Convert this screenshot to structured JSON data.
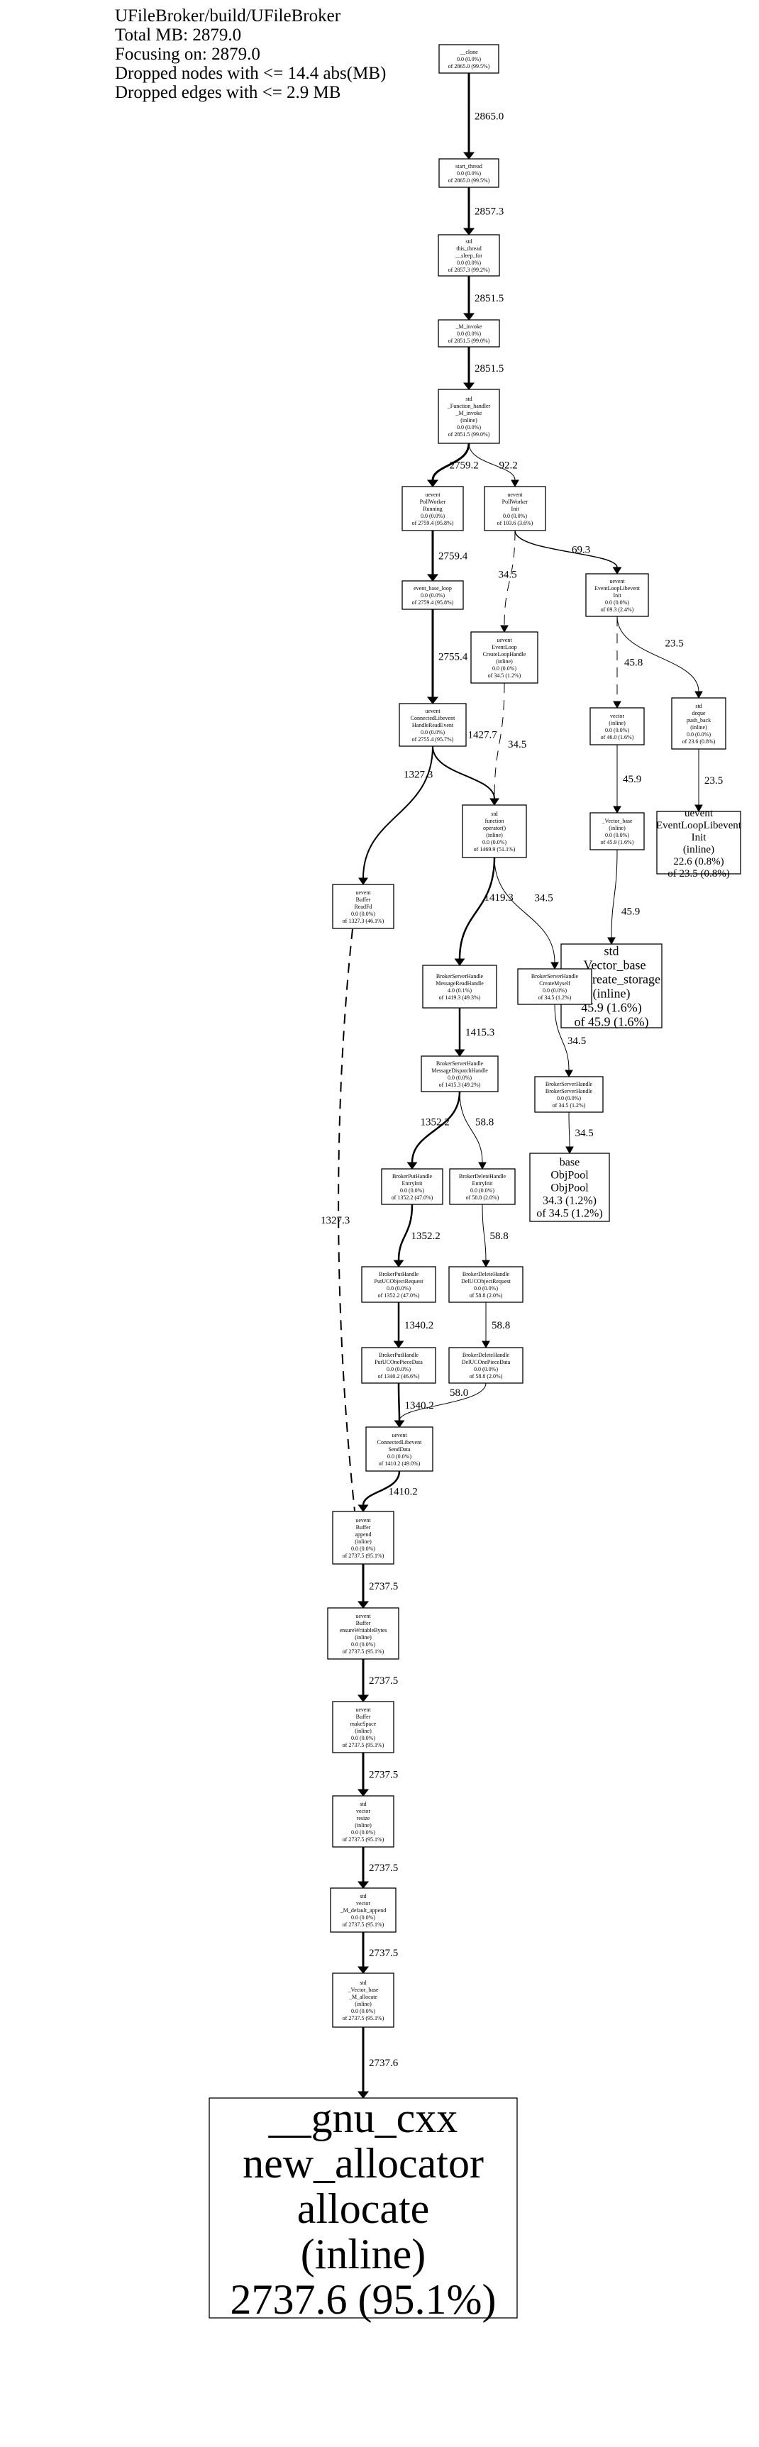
{
  "header": {
    "lines": [
      "UFileBroker/build/UFileBroker",
      "Total MB: 2879.0",
      "Focusing on: 2879.0",
      "Dropped nodes with <= 14.4 abs(MB)",
      "Dropped edges with <= 2.9 MB"
    ]
  },
  "nodes": [
    {
      "id": "n_clone",
      "lines": [
        "__clone",
        "0.0 (0.0%)",
        "of 2865.0 (99.5%)"
      ]
    },
    {
      "id": "n_start_thread",
      "lines": [
        "start_thread",
        "0.0 (0.0%)",
        "of 2865.0 (99.5%)"
      ]
    },
    {
      "id": "n_std_thread",
      "lines": [
        "std",
        "this_thread",
        "__sleep_for",
        "0.0 (0.0%)",
        "of 2857.3 (99.2%)"
      ]
    },
    {
      "id": "n_m_invoke",
      "lines": [
        "_M_invoke",
        "0.0 (0.0%)",
        "of 2851.5 (99.0%)"
      ]
    },
    {
      "id": "n_function_handler",
      "lines": [
        "std",
        "_Function_handler",
        "_M_invoke",
        "(inline)",
        "0.0 (0.0%)",
        "of 2851.5 (99.0%)"
      ]
    },
    {
      "id": "n_pollworker_running",
      "lines": [
        "uevent",
        "PollWorker",
        "Running",
        "0.0 (0.0%)",
        "of 2759.4 (95.8%)"
      ]
    },
    {
      "id": "n_pollworker_init",
      "lines": [
        "uevent",
        "PollWorker",
        "Init",
        "0.0 (0.0%)",
        "of 103.6 (3.6%)"
      ]
    },
    {
      "id": "n_event_base_loop",
      "lines": [
        "event_base_loop",
        "0.0 (0.0%)",
        "of 2759.4 (95.8%)"
      ]
    },
    {
      "id": "n_eventloop_create",
      "lines": [
        "uevent",
        "EventLoop",
        "CreateLoopHandle",
        "(inline)",
        "0.0 (0.0%)",
        "of 34.5 (1.2%)"
      ]
    },
    {
      "id": "n_eventlooplibevent_init",
      "lines": [
        "uevent",
        "EventLoopLibevent",
        "Init",
        "0.0 (0.0%)",
        "of 69.3 (2.4%)"
      ]
    },
    {
      "id": "n_vector_inline",
      "lines": [
        "vector",
        "(inline)",
        "0.0 (0.0%)",
        "of 46.0 (1.6%)"
      ]
    },
    {
      "id": "n_deque",
      "lines": [
        "std",
        "deque",
        "push_back",
        "(inline)",
        "0.0 (0.0%)",
        "of 23.6 (0.8%)"
      ]
    },
    {
      "id": "n_connected_handleread",
      "lines": [
        "uevent",
        "ConnectedLibevent",
        "HandleReadEvent",
        "0.0 (0.0%)",
        "of 2755.4 (95.7%)"
      ]
    },
    {
      "id": "n_vector_base_small",
      "lines": [
        "_Vector_base",
        "(inline)",
        "0.0 (0.0%)",
        "of 45.9 (1.6%)"
      ]
    },
    {
      "id": "n_eventlooplibevent_init_inline",
      "lines": [
        "uevent",
        "EventLoopLibevent",
        "Init",
        "(inline)",
        "22.6 (0.8%)",
        "of 23.5 (0.8%)"
      ]
    },
    {
      "id": "n_std_function",
      "lines": [
        "std",
        "function",
        "operator()",
        "(inline)",
        "0.0 (0.0%)",
        "of 1469.9 (51.1%)"
      ]
    },
    {
      "id": "n_buffer_readfd",
      "lines": [
        "uevent",
        "Buffer",
        "ReadFd",
        "0.0 (0.0%)",
        "of 1327.3 (46.1%)"
      ]
    },
    {
      "id": "n_vector_create_storage",
      "lines": [
        "std",
        "_Vector_base",
        "_M_create_storage",
        "(inline)",
        "45.9 (1.6%)",
        "of 45.9 (1.6%)"
      ]
    },
    {
      "id": "n_broker_msg_read",
      "lines": [
        "BrokerServerHandle",
        "MessageReadHandle",
        "4.0 (0.1%)",
        "of 1419.3 (49.3%)"
      ]
    },
    {
      "id": "n_broker_create_myself",
      "lines": [
        "BrokerServerHandle",
        "CreateMyself",
        "0.0 (0.0%)",
        "of 34.5 (1.2%)"
      ]
    },
    {
      "id": "n_broker_msg_dispatch",
      "lines": [
        "BrokerServerHandle",
        "MessageDispatchHandle",
        "0.0 (0.0%)",
        "of 1415.3 (49.2%)"
      ]
    },
    {
      "id": "n_broker_ctor",
      "lines": [
        "BrokerServerHandle",
        "BrokerServerHandle",
        "0.0 (0.0%)",
        "of 34.5 (1.2%)"
      ]
    },
    {
      "id": "n_put_entry",
      "lines": [
        "BrokerPutHandle",
        "EntryInit",
        "0.0 (0.0%)",
        "of 1352.2 (47.0%)"
      ]
    },
    {
      "id": "n_delete_entry",
      "lines": [
        "BrokerDeleteHandle",
        "EntryInit",
        "0.0 (0.0%)",
        "of 58.8 (2.0%)"
      ]
    },
    {
      "id": "n_objpool",
      "lines": [
        "base",
        "ObjPool",
        "ObjPool",
        "34.3 (1.2%)",
        "of 34.5 (1.2%)"
      ]
    },
    {
      "id": "n_put_object_req",
      "lines": [
        "BrokerPutHandle",
        "PutUCObjectRequest",
        "0.0 (0.0%)",
        "of 1352.2 (47.0%)"
      ]
    },
    {
      "id": "n_delete_object_req",
      "lines": [
        "BrokerDeleteHandle",
        "DelUCObjectRequest",
        "0.0 (0.0%)",
        "of 58.8 (2.0%)"
      ]
    },
    {
      "id": "n_put_one_piece",
      "lines": [
        "BrokerPutHandle",
        "PutUCOnePieceData",
        "0.0 (0.0%)",
        "of 1340.2 (46.6%)"
      ]
    },
    {
      "id": "n_delete_one_piece",
      "lines": [
        "BrokerDeleteHandle",
        "DelUCOnePieceData",
        "0.0 (0.0%)",
        "of 58.8 (2.0%)"
      ]
    },
    {
      "id": "n_connected_senddata",
      "lines": [
        "uevent",
        "ConnectedLibevent",
        "SendData",
        "0.0 (0.0%)",
        "of 1410.2 (49.0%)"
      ]
    },
    {
      "id": "n_buffer_append",
      "lines": [
        "uevent",
        "Buffer",
        "append",
        "(inline)",
        "0.0 (0.0%)",
        "of 2737.5 (95.1%)"
      ]
    },
    {
      "id": "n_buffer_ensure",
      "lines": [
        "uevent",
        "Buffer",
        "ensureWritableBytes",
        "(inline)",
        "0.0 (0.0%)",
        "of 2737.5 (95.1%)"
      ]
    },
    {
      "id": "n_buffer_makespace",
      "lines": [
        "uevent",
        "Buffer",
        "makeSpace",
        "(inline)",
        "0.0 (0.0%)",
        "of 2737.5 (95.1%)"
      ]
    },
    {
      "id": "n_vector_resize",
      "lines": [
        "std",
        "vector",
        "resize",
        "(inline)",
        "0.0 (0.0%)",
        "of 2737.5 (95.1%)"
      ]
    },
    {
      "id": "n_vector_default_append",
      "lines": [
        "std",
        "vector",
        "_M_default_append",
        "0.0 (0.0%)",
        "of 2737.5 (95.1%)"
      ]
    },
    {
      "id": "n_vector_m_allocate",
      "lines": [
        "std",
        "_Vector_base",
        "_M_allocate",
        "(inline)",
        "0.0 (0.0%)",
        "of 2737.5 (95.1%)"
      ]
    },
    {
      "id": "n_new_allocator",
      "lines": [
        "__gnu_cxx",
        "new_allocator",
        "allocate",
        "(inline)",
        "2737.6 (95.1%)"
      ]
    }
  ],
  "edges": [
    {
      "id": "e1",
      "from": "n_clone",
      "to": "n_start_thread",
      "label": "2865.0"
    },
    {
      "id": "e2",
      "from": "n_start_thread",
      "to": "n_std_thread",
      "label": "2857.3"
    },
    {
      "id": "e3",
      "from": "n_std_thread",
      "to": "n_m_invoke",
      "label": "2851.5"
    },
    {
      "id": "e4",
      "from": "n_m_invoke",
      "to": "n_function_handler",
      "label": "2851.5"
    },
    {
      "id": "e5",
      "from": "n_function_handler",
      "to": "n_pollworker_running",
      "label": "2759.2"
    },
    {
      "id": "e6",
      "from": "n_function_handler",
      "to": "n_pollworker_init",
      "label": "92.2"
    },
    {
      "id": "e7",
      "from": "n_pollworker_running",
      "to": "n_event_base_loop",
      "label": "2759.4"
    },
    {
      "id": "e8",
      "from": "n_pollworker_init",
      "to": "n_eventloop_create",
      "label": "34.5"
    },
    {
      "id": "e9",
      "from": "n_pollworker_init",
      "to": "n_eventlooplibevent_init",
      "label": "69.3"
    },
    {
      "id": "e10",
      "from": "n_event_base_loop",
      "to": "n_connected_handleread",
      "label": "2755.4"
    },
    {
      "id": "e11",
      "from": "n_eventlooplibevent_init",
      "to": "n_vector_inline",
      "label": "45.8"
    },
    {
      "id": "e12",
      "from": "n_eventlooplibevent_init",
      "to": "n_deque",
      "label": "23.5"
    },
    {
      "id": "e13",
      "from": "n_eventloop_create",
      "to": "n_std_function",
      "label": "34.5"
    },
    {
      "id": "e14",
      "from": "n_vector_inline",
      "to": "n_vector_base_small",
      "label": "45.9"
    },
    {
      "id": "e15",
      "from": "n_deque",
      "to": "n_eventlooplibevent_init_inline",
      "label": "23.5"
    },
    {
      "id": "e16",
      "from": "n_connected_handleread",
      "to": "n_buffer_readfd",
      "label": "1327.3"
    },
    {
      "id": "e17",
      "from": "n_connected_handleread",
      "to": "n_std_function",
      "label": "1427.7"
    },
    {
      "id": "e18",
      "from": "n_vector_base_small",
      "to": "n_vector_create_storage",
      "label": "45.9"
    },
    {
      "id": "e19",
      "from": "n_std_function",
      "to": "n_broker_msg_read",
      "label": "1419.3"
    },
    {
      "id": "e20",
      "from": "n_std_function",
      "to": "n_broker_create_myself",
      "label": "34.5"
    },
    {
      "id": "e21",
      "from": "n_broker_msg_read",
      "to": "n_broker_msg_dispatch",
      "label": "1415.3"
    },
    {
      "id": "e22",
      "from": "n_broker_create_myself",
      "to": "n_broker_ctor",
      "label": "34.5"
    },
    {
      "id": "e23",
      "from": "n_broker_msg_dispatch",
      "to": "n_put_entry",
      "label": "1352.2"
    },
    {
      "id": "e24",
      "from": "n_broker_msg_dispatch",
      "to": "n_delete_entry",
      "label": "58.8"
    },
    {
      "id": "e25",
      "from": "n_broker_ctor",
      "to": "n_objpool",
      "label": "34.5"
    },
    {
      "id": "e26",
      "from": "n_buffer_readfd",
      "to": "n_buffer_append",
      "label": "1327.3"
    },
    {
      "id": "e27",
      "from": "n_put_entry",
      "to": "n_put_object_req",
      "label": "1352.2"
    },
    {
      "id": "e28",
      "from": "n_delete_entry",
      "to": "n_delete_object_req",
      "label": "58.8"
    },
    {
      "id": "e29",
      "from": "n_put_object_req",
      "to": "n_put_one_piece",
      "label": "1340.2"
    },
    {
      "id": "e30",
      "from": "n_delete_object_req",
      "to": "n_delete_one_piece",
      "label": "58.8"
    },
    {
      "id": "e31",
      "from": "n_put_one_piece",
      "to": "n_connected_senddata",
      "label": "1340.2"
    },
    {
      "id": "e32",
      "from": "n_delete_one_piece",
      "to": "n_connected_senddata",
      "label": "58.0"
    },
    {
      "id": "e33",
      "from": "n_connected_senddata",
      "to": "n_buffer_append",
      "label": "1410.2"
    },
    {
      "id": "e34",
      "from": "n_buffer_append",
      "to": "n_buffer_ensure",
      "label": "2737.5"
    },
    {
      "id": "e35",
      "from": "n_buffer_ensure",
      "to": "n_buffer_makespace",
      "label": "2737.5"
    },
    {
      "id": "e36",
      "from": "n_buffer_makespace",
      "to": "n_vector_resize",
      "label": "2737.5"
    },
    {
      "id": "e37",
      "from": "n_vector_resize",
      "to": "n_vector_default_append",
      "label": "2737.5"
    },
    {
      "id": "e38",
      "from": "n_vector_default_append",
      "to": "n_vector_m_allocate",
      "label": "2737.5"
    },
    {
      "id": "e39",
      "from": "n_vector_m_allocate",
      "to": "n_new_allocator",
      "label": "2737.6"
    }
  ]
}
